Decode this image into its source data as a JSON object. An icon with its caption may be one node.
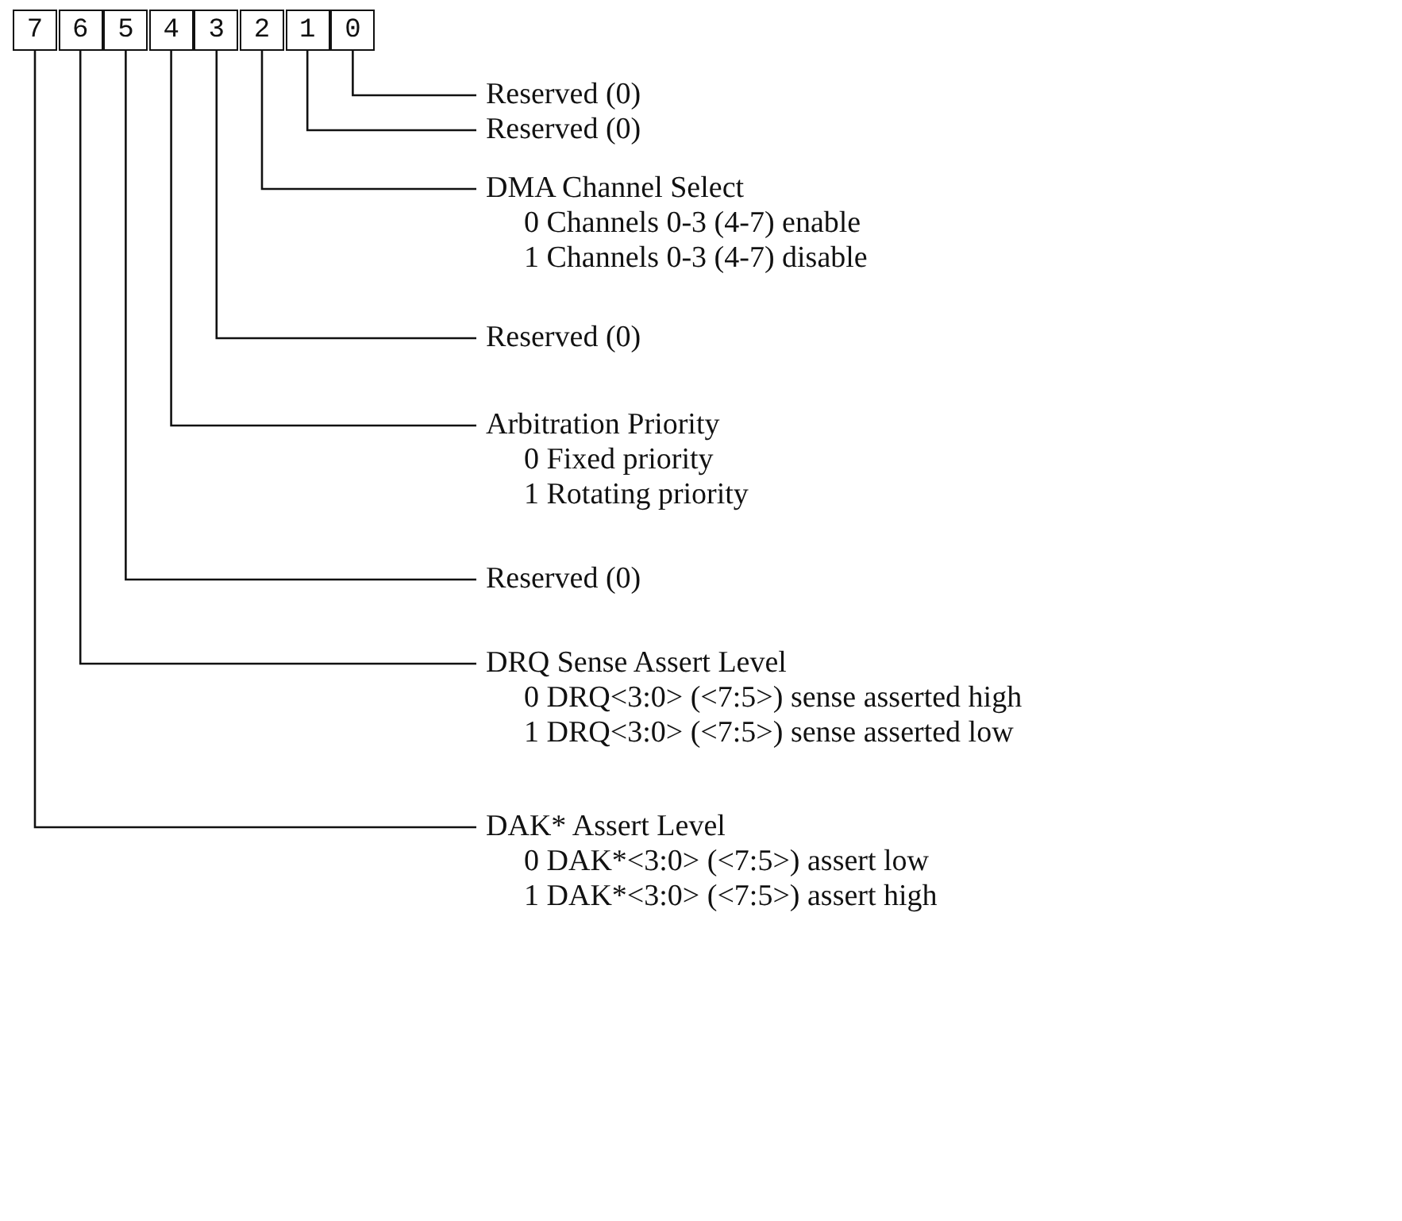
{
  "diagram": {
    "nodes": [
      {
        "text": [
          "7"
        ]
      },
      {
        "text": [
          "6"
        ]
      },
      {
        "text": [
          "5"
        ]
      },
      {
        "text": [
          "4"
        ]
      },
      {
        "text": [
          "3"
        ]
      },
      {
        "text": [
          "2"
        ]
      },
      {
        "text": [
          "1"
        ]
      },
      {
        "text": [
          "0"
        ]
      },
      {
        "text": [
          "Reserved (0)"
        ]
      },
      {
        "text": [
          "Reserved (0)"
        ]
      },
      {
        "text": [
          "DMA Channel Select",
          "0 Channels 0-3 (4-7) enable",
          "1 Channels 0-3 (4-7) disable"
        ]
      },
      {
        "text": [
          "Reserved (0)"
        ]
      },
      {
        "text": [
          "Arbitration Priority",
          "0 Fixed priority",
          "1 Rotating priority"
        ]
      },
      {
        "text": [
          "Reserved (0)"
        ]
      },
      {
        "text": [
          "DRQ Sense Assert Level",
          "0 DRQ<3:0> (<7:5>) sense asserted high",
          "1 DRQ<3:0> (<7:5>) sense asserted low"
        ]
      },
      {
        "text": [
          "DAK* Assert Level",
          "0 DAK*<3:0> (<7:5>) assert low",
          "1 DAK*<3:0> (<7:5>) assert high"
        ]
      }
    ],
    "edges": [
      {
        "from": 7,
        "to": 8,
        "arrow": "none"
      },
      {
        "from": 6,
        "to": 9,
        "arrow": "none"
      },
      {
        "from": 5,
        "to": 10,
        "arrow": "none"
      },
      {
        "from": 4,
        "to": 11,
        "arrow": "none"
      },
      {
        "from": 3,
        "to": 12,
        "arrow": "none"
      },
      {
        "from": 2,
        "to": 13,
        "arrow": "none"
      },
      {
        "from": 1,
        "to": 14,
        "arrow": "none"
      },
      {
        "from": 0,
        "to": 15,
        "arrow": "none"
      }
    ]
  }
}
